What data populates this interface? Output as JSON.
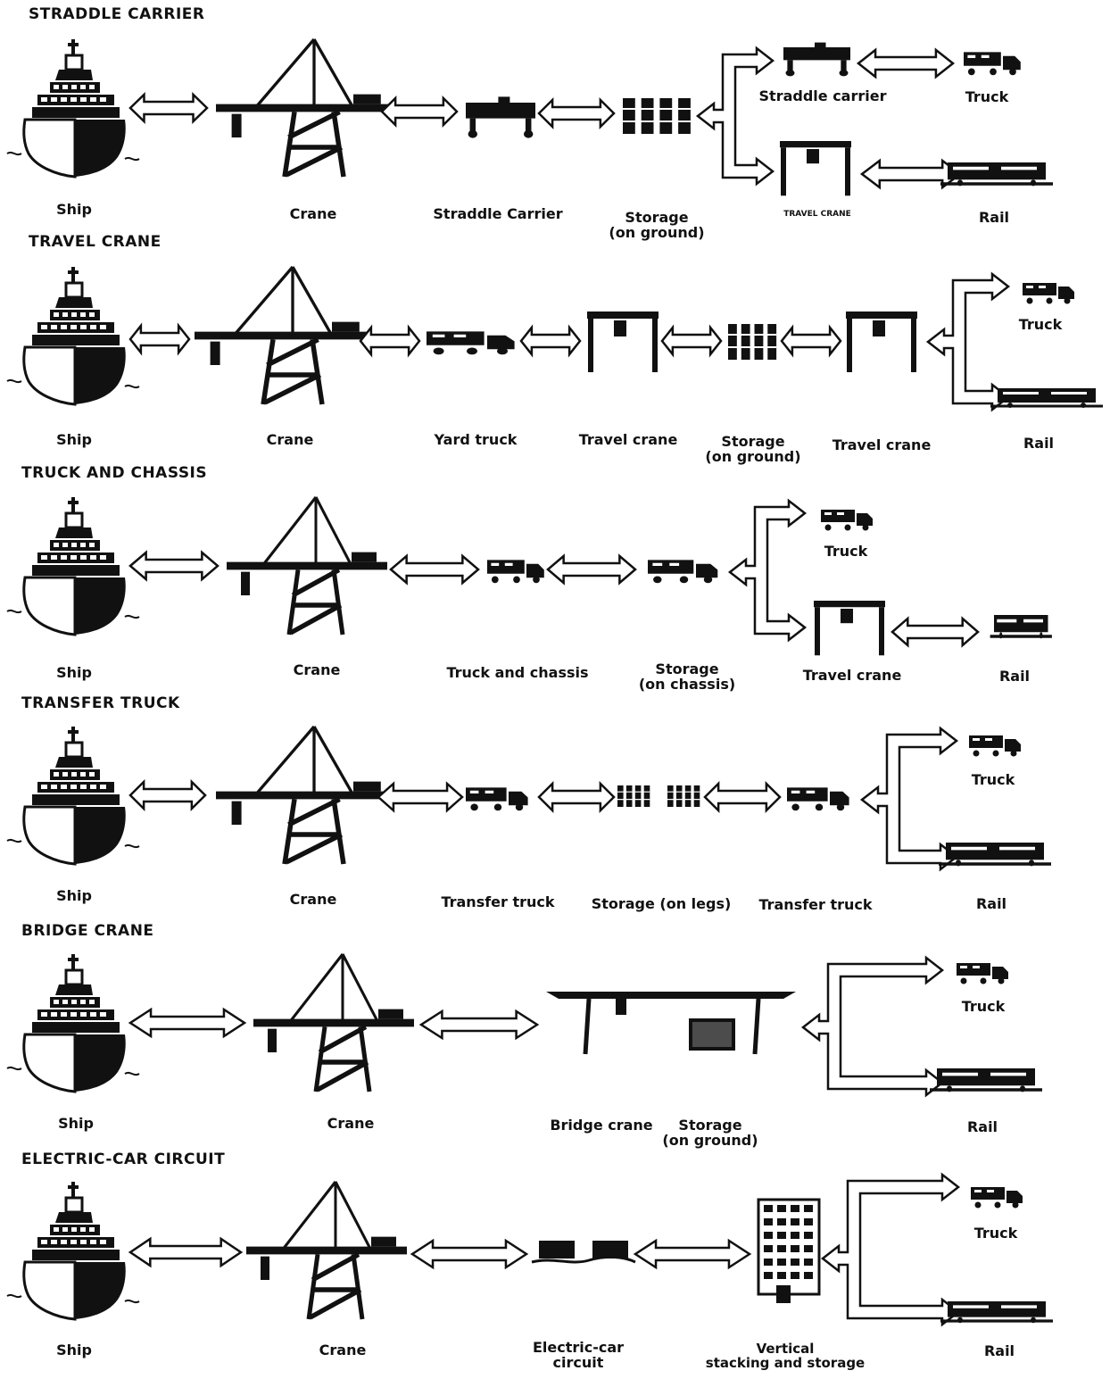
{
  "sections": [
    {
      "title": "STRADDLE CARRIER",
      "labels": {
        "ship": "Ship",
        "crane": "Crane",
        "carrier": "Straddle Carrier",
        "storage1": "Storage",
        "storage2": "(on ground)",
        "branch_top": "Straddle carrier",
        "branch_bottom": "TRAVEL CRANE",
        "truck": "Truck",
        "rail": "Rail"
      }
    },
    {
      "title": "TRAVEL CRANE",
      "labels": {
        "ship": "Ship",
        "crane": "Crane",
        "yard_truck": "Yard truck",
        "travel_crane_a": "Travel crane",
        "storage1": "Storage",
        "storage2": "(on ground)",
        "travel_crane_b": "Travel crane",
        "truck": "Truck",
        "rail": "Rail"
      }
    },
    {
      "title": "TRUCK AND CHASSIS",
      "labels": {
        "ship": "Ship",
        "crane": "Crane",
        "truck_chassis": "Truck and chassis",
        "storage1": "Storage",
        "storage2": "(on chassis)",
        "truck": "Truck",
        "travel_crane": "Travel crane",
        "rail": "Rail"
      }
    },
    {
      "title": "TRANSFER TRUCK",
      "labels": {
        "ship": "Ship",
        "crane": "Crane",
        "transfer_truck_a": "Transfer truck",
        "storage": "Storage (on legs)",
        "transfer_truck_b": "Transfer truck",
        "truck": "Truck",
        "rail": "Rail"
      }
    },
    {
      "title": "BRIDGE CRANE",
      "labels": {
        "ship": "Ship",
        "crane": "Crane",
        "bridge_crane": "Bridge crane",
        "storage1": "Storage",
        "storage2": "(on ground)",
        "truck": "Truck",
        "rail": "Rail"
      }
    },
    {
      "title": "ELECTRIC-CAR CIRCUIT",
      "labels": {
        "ship": "Ship",
        "crane": "Crane",
        "circuit1": "Electric-car",
        "circuit2": "circuit",
        "vertical1": "Vertical",
        "vertical2": "stacking and storage",
        "truck": "Truck",
        "rail": "Rail"
      }
    }
  ]
}
